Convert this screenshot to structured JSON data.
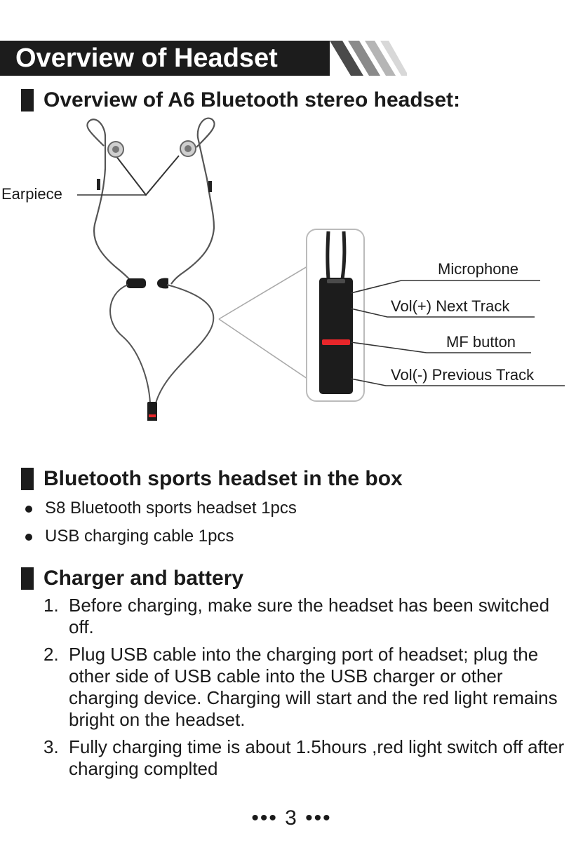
{
  "banner": {
    "title": "Overview of Headset"
  },
  "overview": {
    "heading": "Overview of A6 Bluetooth stereo headset:",
    "labels": {
      "earpiece": "Earpiece",
      "microphone": "Microphone",
      "vol_plus": "Vol(+) Next Track",
      "mf_button": "MF button",
      "vol_minus": "Vol(-) Previous Track"
    },
    "colors": {
      "mf_button": "#e8262a",
      "body": "#1c1c1c"
    }
  },
  "box": {
    "heading": "Bluetooth sports headset in the box",
    "items": [
      "S8 Bluetooth sports headset 1pcs",
      "USB charging cable 1pcs"
    ]
  },
  "charger": {
    "heading": "Charger and battery",
    "steps": [
      {
        "num": "1.",
        "text": "Before charging, make sure the headset has been switched off."
      },
      {
        "num": "2.",
        "text": "Plug USB cable into the charging port of headset; plug the other side of USB cable into the USB charger or other charging device. Charging will start and the red light remains bright on the headset."
      },
      {
        "num": "3.",
        "text": "Fully charging time is about 1.5hours ,red light switch off after charging complted"
      }
    ]
  },
  "footer": {
    "page": "••• 3 •••"
  }
}
